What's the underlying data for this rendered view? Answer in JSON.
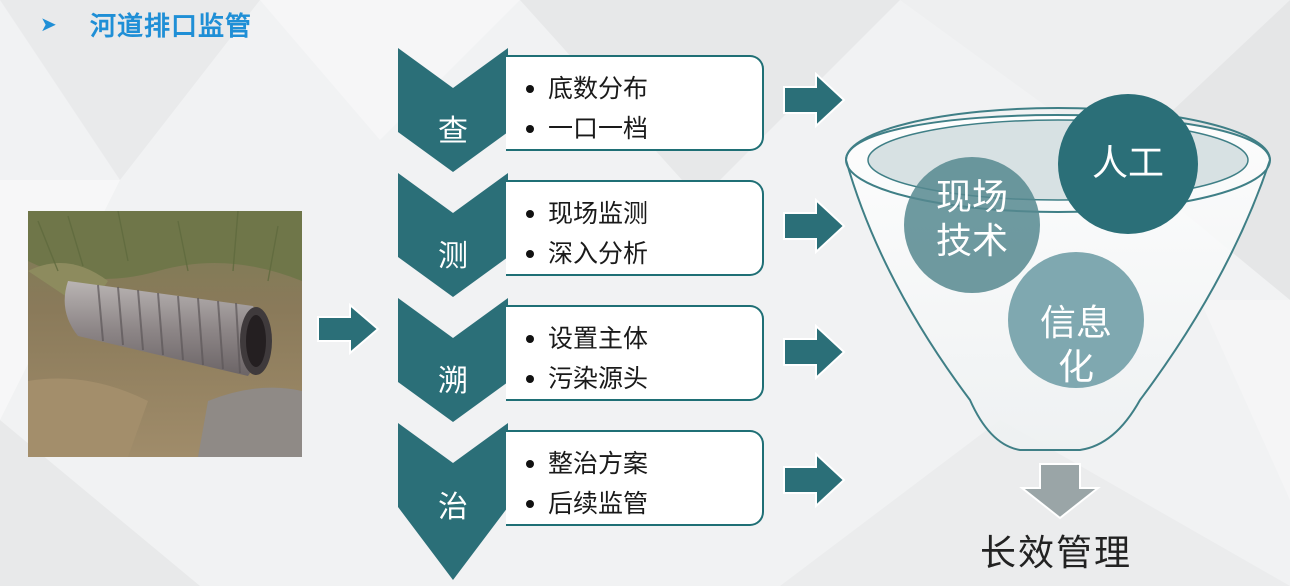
{
  "header": {
    "bullet_icon": "arrow-bullet-icon",
    "title": "河道排口监管"
  },
  "colors": {
    "teal": "#2b6f78",
    "title_blue": "#1f8fd6",
    "light_teal": "#7fa8b0",
    "grey": "#9aa5a7"
  },
  "photo": {
    "description_icon": "drainage-pipe-photo"
  },
  "stages": [
    {
      "label": "查",
      "items": [
        "底数分布",
        "一口一档"
      ]
    },
    {
      "label": "测",
      "items": [
        "现场监测",
        "深入分析"
      ]
    },
    {
      "label": "溯",
      "items": [
        "设置主体",
        "污染源头"
      ]
    },
    {
      "label": "治",
      "items": [
        "整治方案",
        "后续监管"
      ]
    }
  ],
  "funnel": {
    "circles": [
      {
        "label": "人工"
      },
      {
        "label": "现场技术"
      },
      {
        "label": "信息化"
      }
    ],
    "result": "长效管理"
  }
}
